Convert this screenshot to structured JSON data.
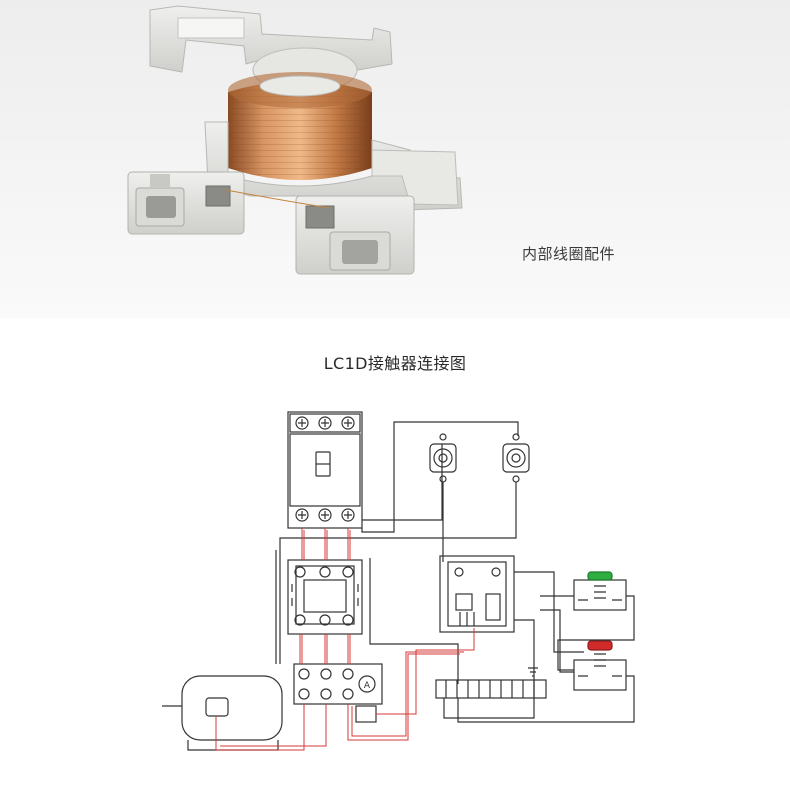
{
  "photo": {
    "caption": "内部线圈配件",
    "icon": "coil-photo"
  },
  "diagram": {
    "title": "LC1D接触器连接图",
    "ammeter_symbol": "A"
  },
  "colors": {
    "copper": "#c98550",
    "plastic": "#e2e2e0",
    "wire_red": "#d43a3a",
    "wire_black": "#333333",
    "button_green": "#2eae3f",
    "button_red": "#d02a2a"
  }
}
